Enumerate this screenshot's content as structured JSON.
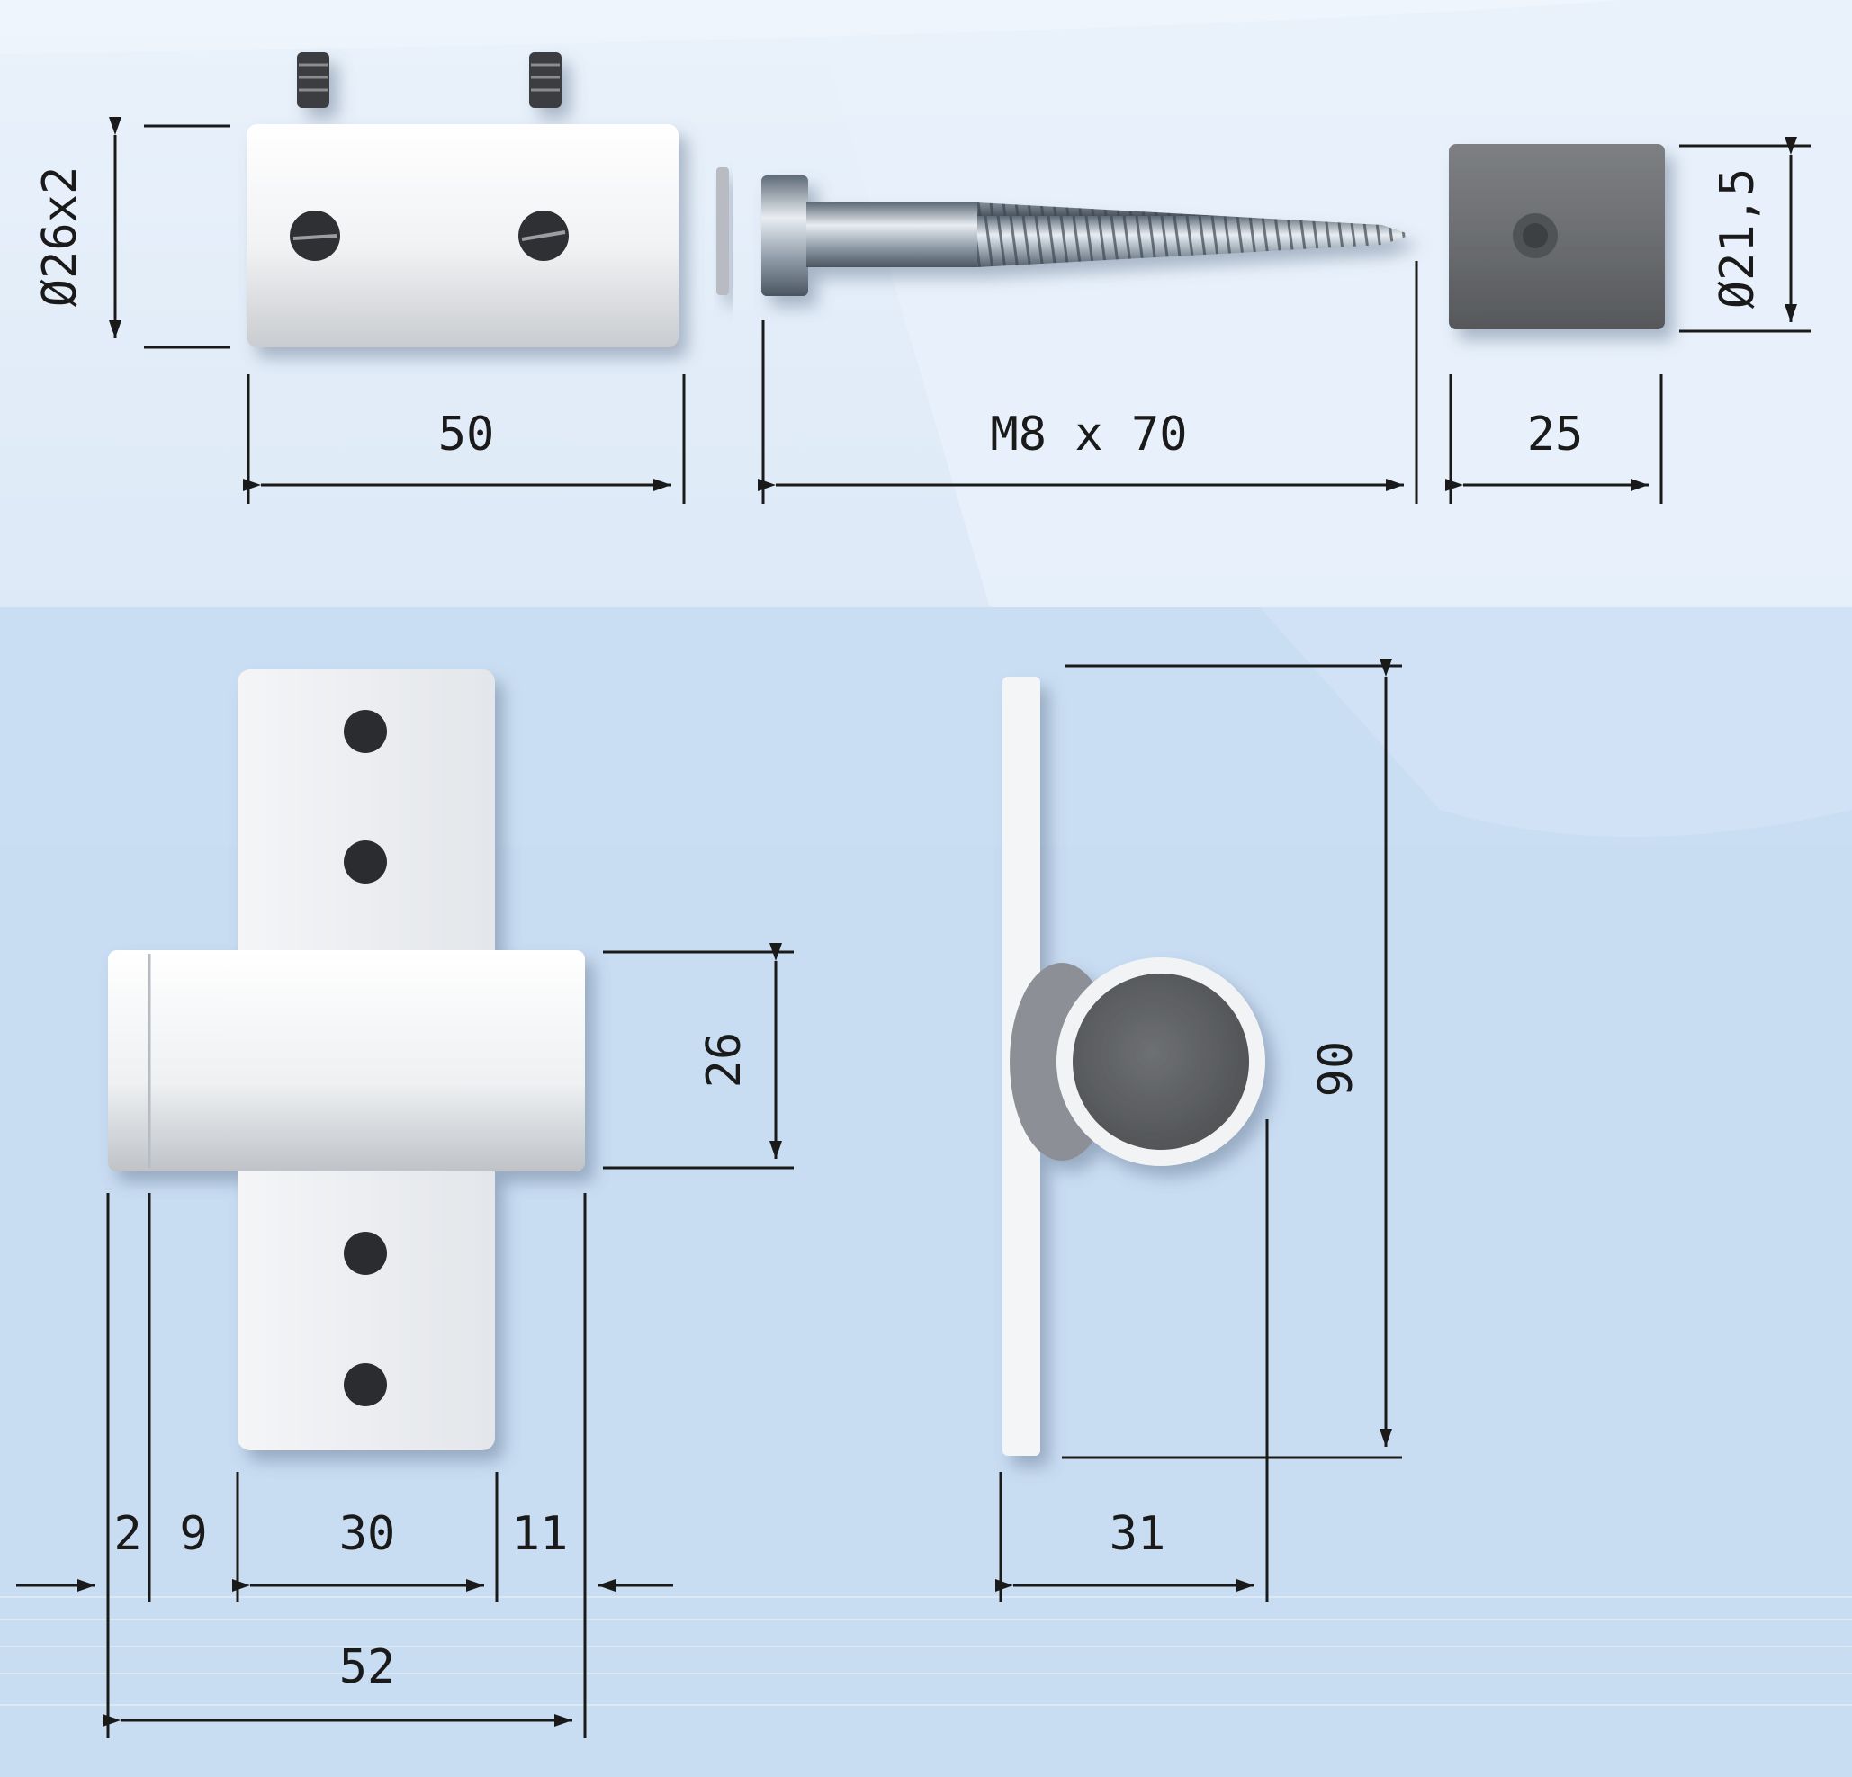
{
  "top_view": {
    "tube_diameter": "Ø26x2",
    "tube_length": "50",
    "screw_size": "M8 x 70",
    "cap_length": "25",
    "cap_diameter": "Ø21,5"
  },
  "front_view": {
    "tube_height": "26",
    "offset_a": "2",
    "offset_b": "9",
    "plate_width": "30",
    "offset_c": "11",
    "overall_width": "52"
  },
  "side_view": {
    "plate_height": "90",
    "depth": "31"
  },
  "colors": {
    "background_light": "#e4eefa",
    "background_main": "#cfe0f4",
    "part_white": "#f2f3f5",
    "cap_grey": "#6f7174",
    "dimension_line": "#1a1a1a"
  }
}
